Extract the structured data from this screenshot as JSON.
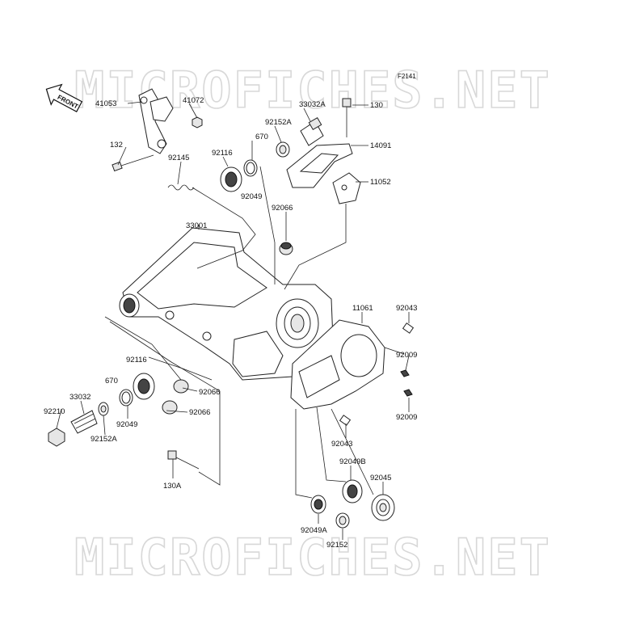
{
  "figure_code": "F2141",
  "front_badge": "FRONT",
  "watermark_top": "MICROFICHES.NET",
  "watermark_bottom": "MICROFICHES.NET",
  "labels": [
    {
      "id": "p41053",
      "text": "41053"
    },
    {
      "id": "p41072",
      "text": "41072"
    },
    {
      "id": "p132",
      "text": "132"
    },
    {
      "id": "p92145",
      "text": "92145"
    },
    {
      "id": "p92116a",
      "text": "92116"
    },
    {
      "id": "p670a",
      "text": "670"
    },
    {
      "id": "p92152Aa",
      "text": "92152A"
    },
    {
      "id": "p33032A",
      "text": "33032A"
    },
    {
      "id": "p130",
      "text": "130"
    },
    {
      "id": "p14091",
      "text": "14091"
    },
    {
      "id": "p92049a",
      "text": "92049"
    },
    {
      "id": "p11052",
      "text": "11052"
    },
    {
      "id": "p33001",
      "text": "33001"
    },
    {
      "id": "p92066a",
      "text": "92066"
    },
    {
      "id": "p11061",
      "text": "11061"
    },
    {
      "id": "p92043a",
      "text": "92043"
    },
    {
      "id": "p92009a",
      "text": "92009"
    },
    {
      "id": "p92009b",
      "text": "92009"
    },
    {
      "id": "p92116b",
      "text": "92116"
    },
    {
      "id": "p670b",
      "text": "670"
    },
    {
      "id": "p33032",
      "text": "33032"
    },
    {
      "id": "p92210",
      "text": "92210"
    },
    {
      "id": "p92066b",
      "text": "92066"
    },
    {
      "id": "p92066c",
      "text": "92066"
    },
    {
      "id": "p92049b",
      "text": "92049"
    },
    {
      "id": "p92152Ab",
      "text": "92152A"
    },
    {
      "id": "p92043b",
      "text": "92043"
    },
    {
      "id": "p92049B",
      "text": "92049B"
    },
    {
      "id": "p92045",
      "text": "92045"
    },
    {
      "id": "p130A",
      "text": "130A"
    },
    {
      "id": "p92049A",
      "text": "92049A"
    },
    {
      "id": "p92152",
      "text": "92152"
    }
  ]
}
